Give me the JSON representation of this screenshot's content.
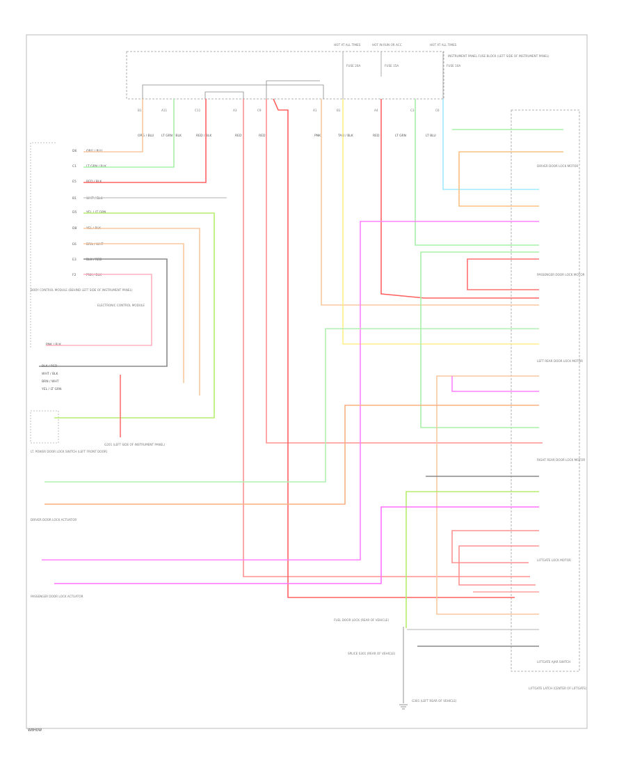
{
  "diagram": {
    "corner_id": "W8H0W",
    "fuses": [
      {
        "id": "fuse-1",
        "label": "HOT AT ALL TIMES",
        "amp": "FUSE 20A"
      },
      {
        "id": "fuse-2",
        "label": "HOT IN RUN OR ACC",
        "amp": "FUSE 15A"
      },
      {
        "id": "fuse-3",
        "label": "HOT AT ALL TIMES",
        "amp": "FUSE 10A"
      }
    ],
    "fuse_block_label": "INSTRUMENT PANEL FUSE BLOCK (LEFT SIDE OF INSTRUMENT PANEL)",
    "top_pins": [
      "B1",
      "A11",
      "C11",
      "A3",
      "C9",
      "A1",
      "B1",
      "A4",
      "C3",
      "C6"
    ],
    "top_wire_labels": [
      "ORG / BLU",
      "LT GRN / BLK",
      "RED / BLK",
      "RED",
      "RED",
      "PNK",
      "TAN / BLK",
      "RED",
      "LT GRN",
      "LT BLU"
    ],
    "left_module_rows": [
      {
        "pin": "D6",
        "color": "ORG / BLU"
      },
      {
        "pin": "C1",
        "color": "LT GRN / BLK"
      },
      {
        "pin": "E5",
        "color": "RED / BLK"
      },
      {
        "pin": "B1",
        "color": "WHT / BLK"
      },
      {
        "pin": "D5",
        "color": "YEL / LT GRN"
      },
      {
        "pin": "D8",
        "color": "YEL / BLK"
      },
      {
        "pin": "E6",
        "color": "BRN / WHT"
      },
      {
        "pin": "E3",
        "color": "BLK / RED"
      },
      {
        "pin": "F2",
        "color": "PNK / BLK"
      }
    ],
    "left_module_label": "BODY CONTROL MODULE (BEHIND LEFT SIDE OF INSTRUMENT PANEL)",
    "left_mid_label": "ELECTRONIC CONTROL MODULE",
    "left_lower_rows": [
      {
        "color": "PNK / BLK"
      },
      {
        "color": "BLK / RED"
      },
      {
        "color": "WHT / BLK"
      },
      {
        "color": "BRN / WHT"
      },
      {
        "color": "YEL / LT GRN"
      }
    ],
    "driver_switch_label": "LT. POWER DOOR LOCK SWITCH (LEFT FRONT DOOR)",
    "ground_label": "G201 (LEFT SIDE OF INSTRUMENT PANEL)",
    "door_actuator_1": "DRIVER DOOR LOCK ACTUATOR",
    "door_actuator_2": "PASSENGER DOOR LOCK ACTUATOR",
    "right_components": [
      "DRIVER DOOR LOCK MOTOR",
      "PASSENGER DOOR LOCK MOTOR",
      "LEFT REAR DOOR LOCK MOTOR",
      "RIGHT REAR DOOR LOCK MOTOR",
      "LIFTGATE LOCK MOTOR",
      "LIFTGATE AJAR SWITCH"
    ],
    "bottom_labels": {
      "fuel_door": "FUEL DOOR LOCK (REAR OF VEHICLE)",
      "splice": "SPLICE S301 (REAR OF VEHICLE)",
      "ground": "G301 (LEFT REAR OF VEHICLE)",
      "right_bottom": "LIFTGATE LATCH (CENTER OF LIFTGATE)"
    }
  }
}
